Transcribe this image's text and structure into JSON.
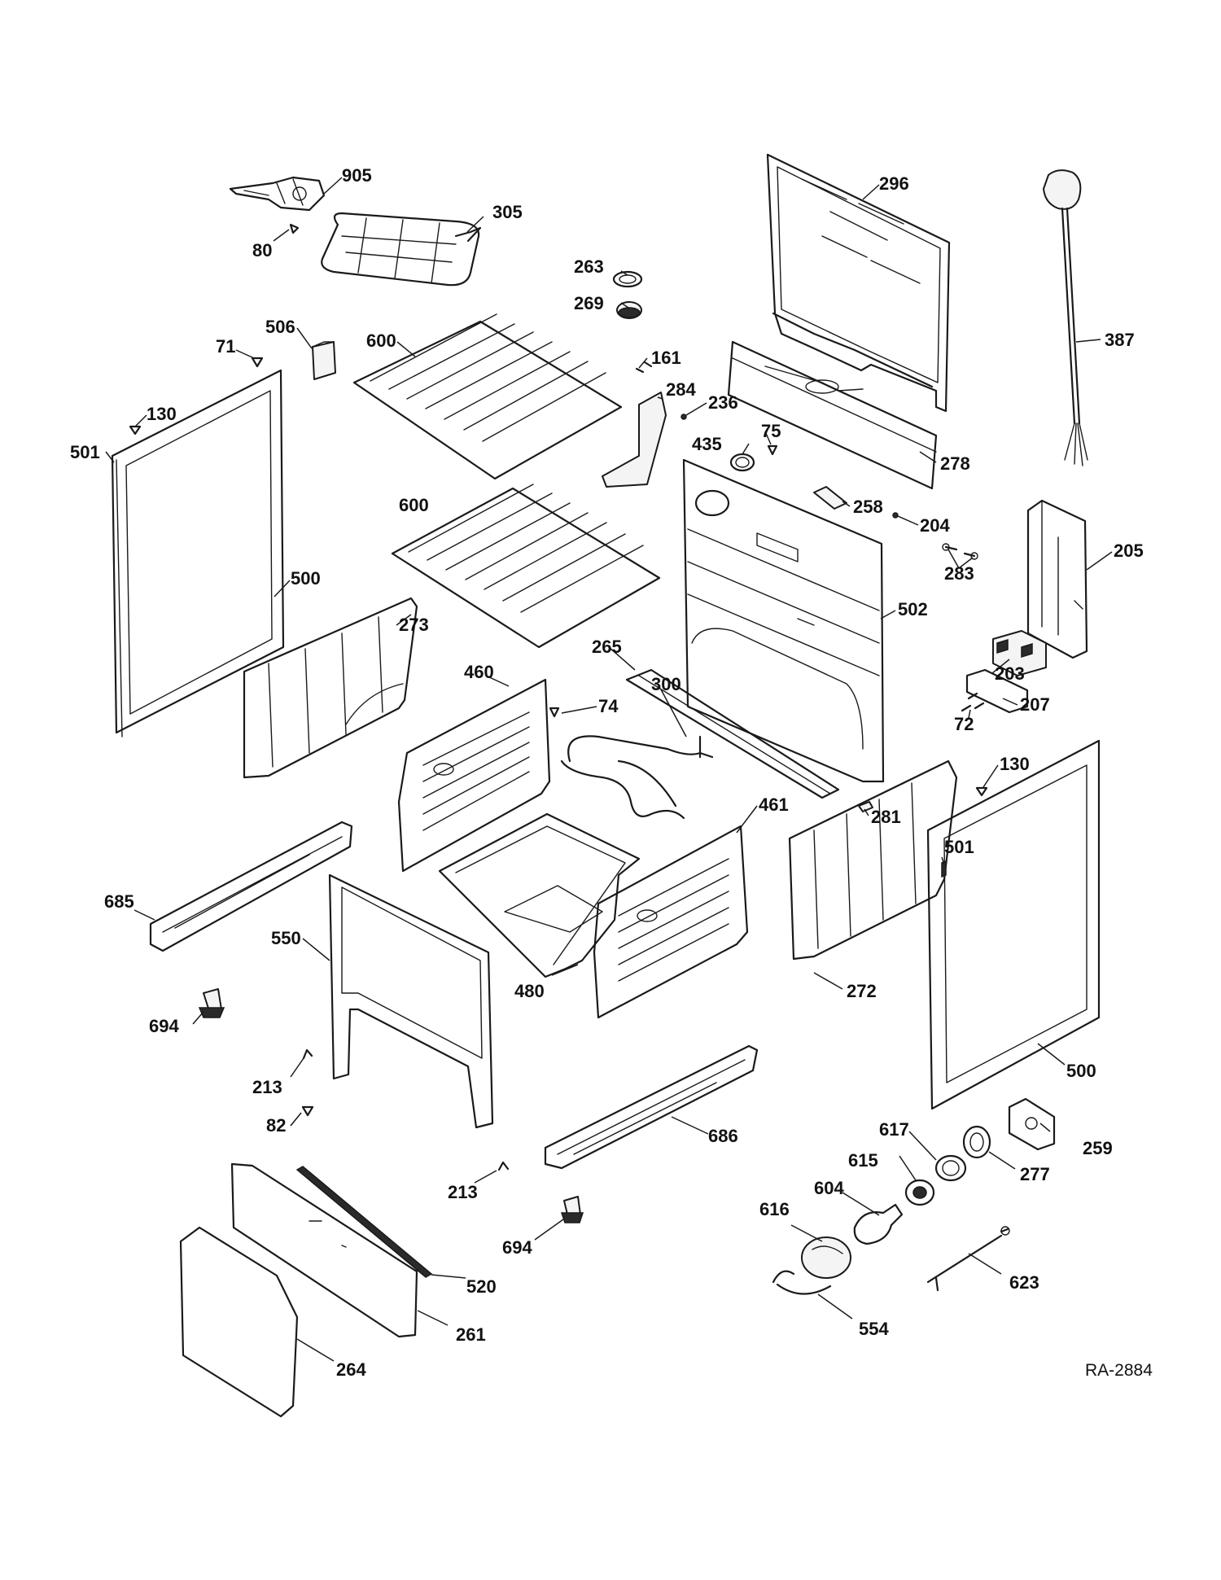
{
  "reference_code": "RA-2884",
  "callouts": {
    "c905": "905",
    "c80": "80",
    "c305": "305",
    "c263": "263",
    "c269": "269",
    "c296": "296",
    "c387": "387",
    "c71": "71",
    "c506": "506",
    "c600a": "600",
    "c161": "161",
    "c284": "284",
    "c236": "236",
    "c130a": "130",
    "c501a": "501",
    "c435": "435",
    "c75": "75",
    "c278": "278",
    "c258": "258",
    "c204": "204",
    "c205": "205",
    "c600b": "600",
    "c283": "283",
    "c500a": "500",
    "c502": "502",
    "c273": "273",
    "c265": "265",
    "c203": "203",
    "c460": "460",
    "c74": "74",
    "c207": "207",
    "c72": "72",
    "c300": "300",
    "c281": "281",
    "c130b": "130",
    "c461": "461",
    "c501b": "501",
    "c685": "685",
    "c550": "550",
    "c480": "480",
    "c272": "272",
    "c694a": "694",
    "c500b": "500",
    "c213a": "213",
    "c82": "82",
    "c686": "686",
    "c617": "617",
    "c259": "259",
    "c615": "615",
    "c277": "277",
    "c604": "604",
    "c213b": "213",
    "c616": "616",
    "c694b": "694",
    "c623": "623",
    "c520": "520",
    "c261": "261",
    "c554": "554",
    "c264": "264"
  }
}
